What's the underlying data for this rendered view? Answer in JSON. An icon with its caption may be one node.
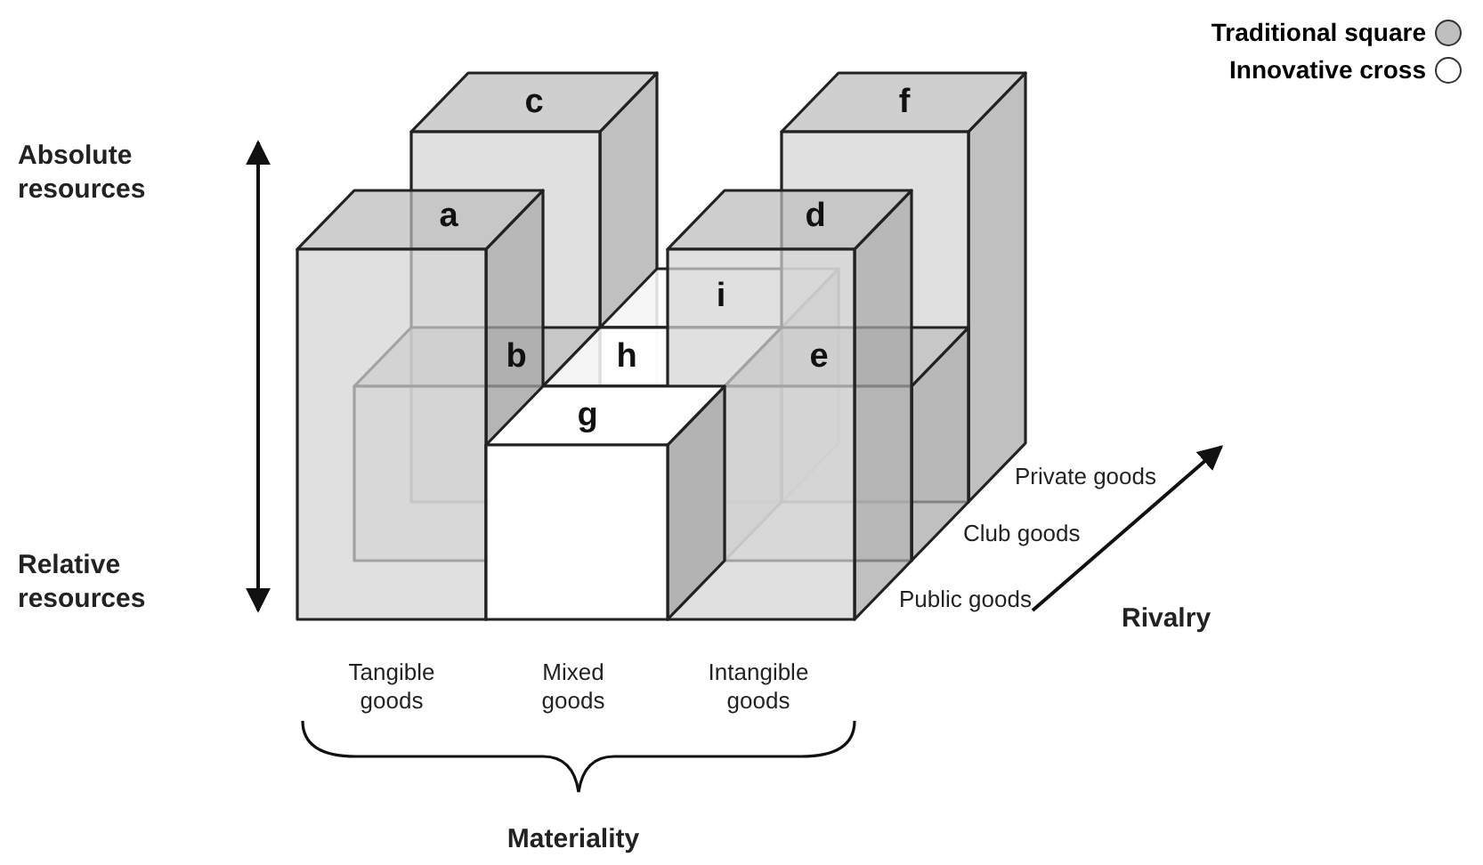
{
  "diagram": {
    "labels": [
      "c",
      "f",
      "Absolute resources",
      "a",
      "d",
      "i",
      "b",
      "h",
      "e",
      "g",
      "Private goods",
      "Club goods",
      "Relative resources",
      "Public goods",
      "Rivalry",
      "Tangible goods",
      "Mixed goods",
      "Intangible goods",
      "Materiality"
    ],
    "legend": [
      {
        "text": "Traditional square",
        "color": "#bfbfbf"
      },
      {
        "text": "Innovative cross",
        "color": "#ffffff"
      }
    ]
  }
}
